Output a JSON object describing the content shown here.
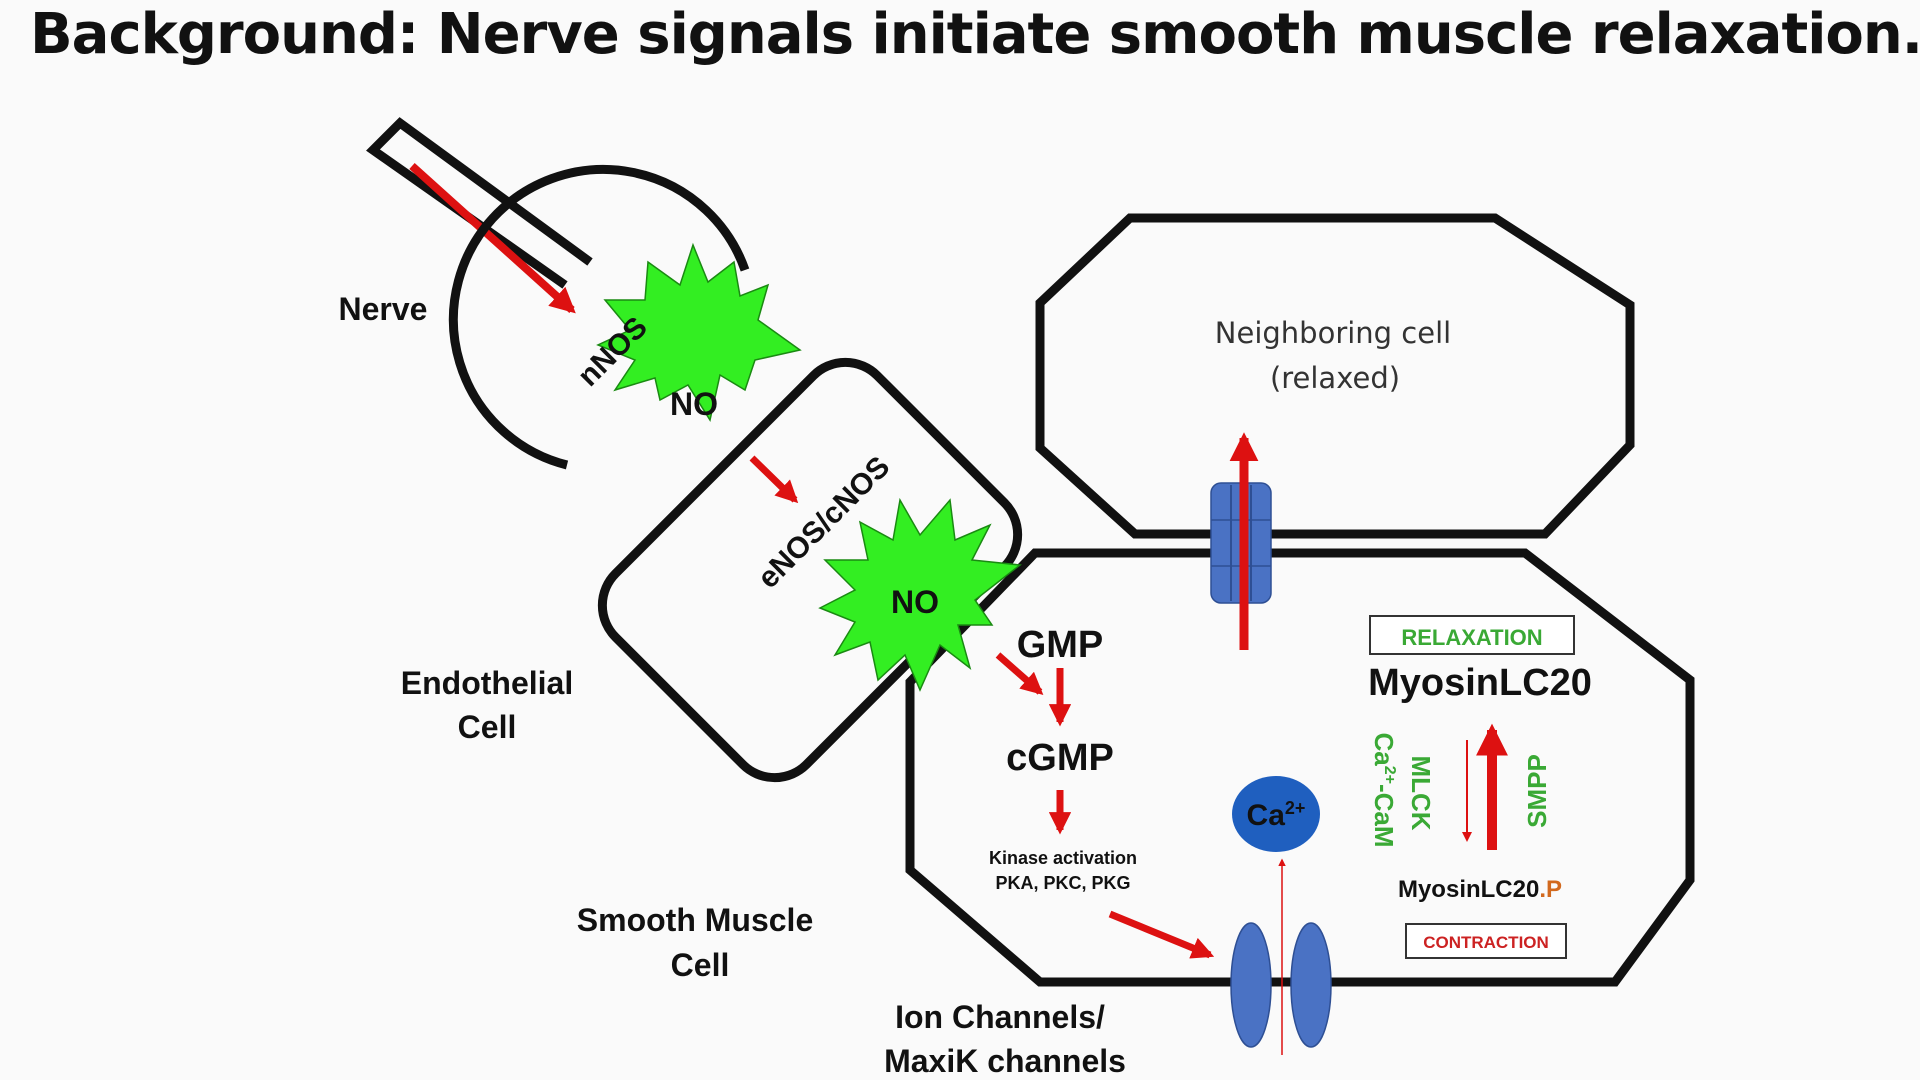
{
  "title": "Background: Nerve signals initiate smooth muscle relaxation.",
  "labels": {
    "nerve": "Nerve",
    "nnos": "nNOS",
    "no_1": "NO",
    "enos": "eNOS/cNOS",
    "no_2": "NO",
    "endothelial_line1": "Endothelial",
    "endothelial_line2": "Cell",
    "neighbor_line1": "Neighboring cell",
    "neighbor_line2": "(relaxed)",
    "gmp": "GMP",
    "cgmp": "cGMP",
    "kinase_line1": "Kinase activation",
    "kinase_line2": "PKA, PKC, PKG",
    "smooth_line1": "Smooth Muscle",
    "smooth_line2": "Cell",
    "ion_line1": "Ion Channels/",
    "ion_line2": "MaxiK channels",
    "ca_base": "Ca",
    "ca_charge": "2+",
    "relaxation": "RELAXATION",
    "myosin": "MyosinLC20",
    "mlck": "MLCK",
    "cacam_base": "Ca",
    "cacam_charge": "2+",
    "cacam_rest": "-CaM",
    "smpp": "SMPP",
    "myosin_p_base": "MyosinLC20",
    "myosin_p_suffix": ".P",
    "contraction": "CONTRACTION"
  },
  "colors": {
    "arrow_red": "#dd1111",
    "burst_green": "#33ee22",
    "channel_blue": "#4a72c4",
    "ca_blue": "#1f5fbf",
    "text_green": "#3aa935",
    "text_red": "#cc2222",
    "phospho_orange": "#d2691e"
  }
}
